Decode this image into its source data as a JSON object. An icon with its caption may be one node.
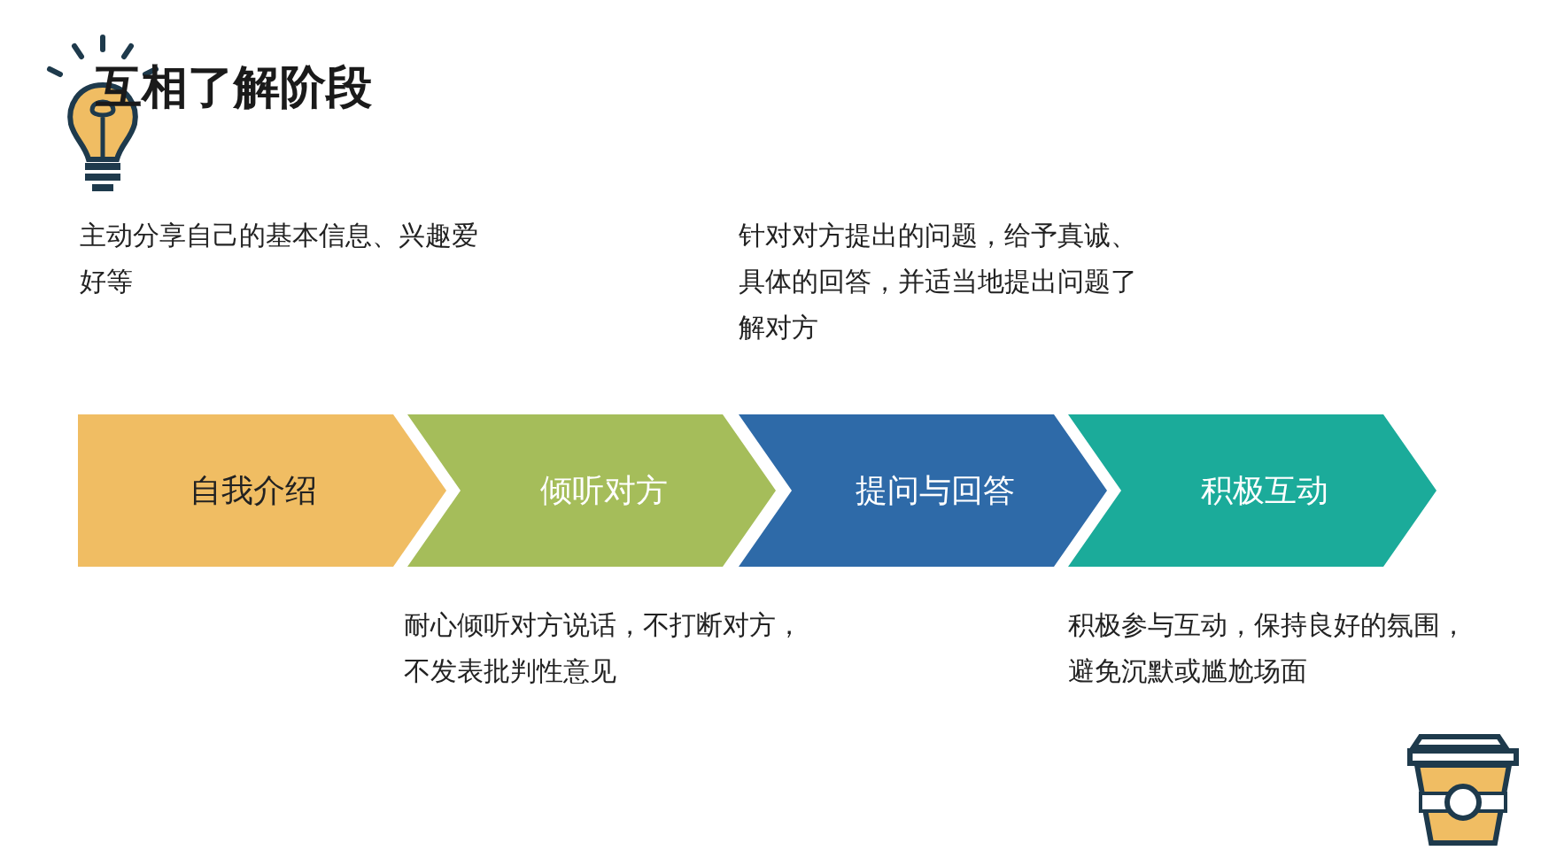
{
  "diagram": {
    "title": "互相了解阶段",
    "nodes": [
      {
        "text": [
          "自我介绍"
        ]
      },
      {
        "text": [
          "倾听对方"
        ],
        "beside": [
          "耐心倾听对方说话，不打断对方，不发表批判性意见"
        ]
      },
      {
        "text": [
          "提问与回答"
        ],
        "beside": [
          "针对对方提出的问题，给予真诚、具体的回答，并适当地提出问题了解对方"
        ]
      },
      {
        "text": [
          "积极互动"
        ],
        "beside": [
          "积极参与互动，保持良好的氛围，避免沉默或尴尬场面"
        ]
      }
    ],
    "edges": [],
    "labels": [
      "主动分享自己的基本信息、兴趣爱好等"
    ]
  }
}
